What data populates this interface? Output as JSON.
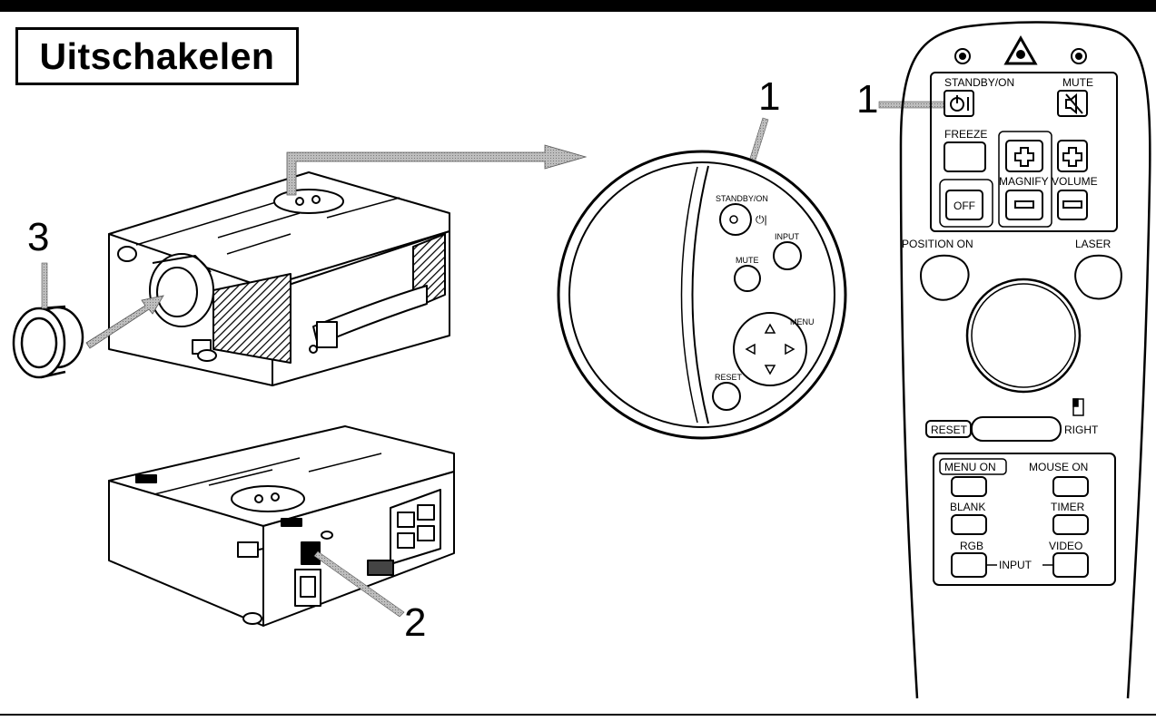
{
  "title": "Uitschakelen",
  "callouts": {
    "one_panel": "1",
    "one_remote": "1",
    "two": "2",
    "three": "3"
  },
  "panel": {
    "standby_on": "STANDBY/ON",
    "power_symbol": "⏻|",
    "input": "INPUT",
    "mute": "MUTE",
    "menu": "MENU",
    "reset": "RESET"
  },
  "remote": {
    "standby_on": "STANDBY/ON",
    "mute": "MUTE",
    "freeze": "FREEZE",
    "off": "OFF",
    "magnify": "MAGNIFY",
    "volume": "VOLUME",
    "position_on": "POSITION ON",
    "laser": "LASER",
    "reset": "RESET",
    "right": "RIGHT",
    "menu_on": "MENU ON",
    "mouse_on": "MOUSE  ON",
    "blank": "BLANK",
    "timer": "TIMER",
    "rgb": "RGB",
    "video": "VIDEO",
    "input": "INPUT"
  },
  "colors": {
    "ink": "#000000",
    "arrow_gray": "#a8a8a8",
    "paper": "#ffffff"
  },
  "icons": [
    "power-icon",
    "mute-speaker-icon",
    "plus-icon",
    "minus-icon",
    "arrow-up-icon",
    "arrow-down-icon",
    "arrow-left-icon",
    "arrow-right-icon",
    "laser-warning-icon",
    "mouse-icon"
  ]
}
